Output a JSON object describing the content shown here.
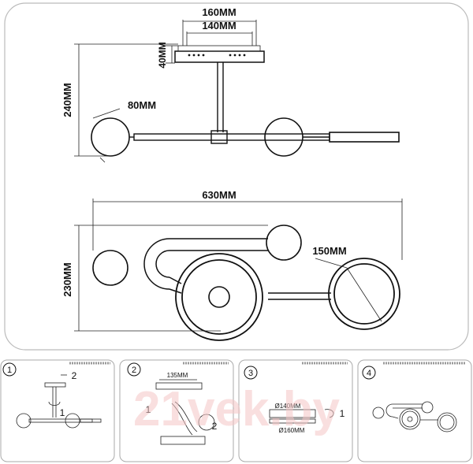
{
  "dimensions": {
    "width_160": "160MM",
    "width_140": "140MM",
    "height_40": "40MM",
    "height_240": "240MM",
    "ball_80": "80MM",
    "length_630": "630MM",
    "height_230": "230MM",
    "ring_150": "150MM"
  },
  "steps": [
    {
      "number": "1",
      "callouts": [
        "2",
        "1"
      ]
    },
    {
      "number": "2",
      "dim": "135MM",
      "callouts": [
        "1",
        "2"
      ]
    },
    {
      "number": "3",
      "dim_a": "Ø140MM",
      "dim_b": "Ø160MM",
      "callouts": [
        "1"
      ]
    },
    {
      "number": "4"
    }
  ],
  "watermark": "21vek.by",
  "colors": {
    "line": "#111111",
    "watermark": "#f5c6c6",
    "frame": "#bbbbbb"
  }
}
